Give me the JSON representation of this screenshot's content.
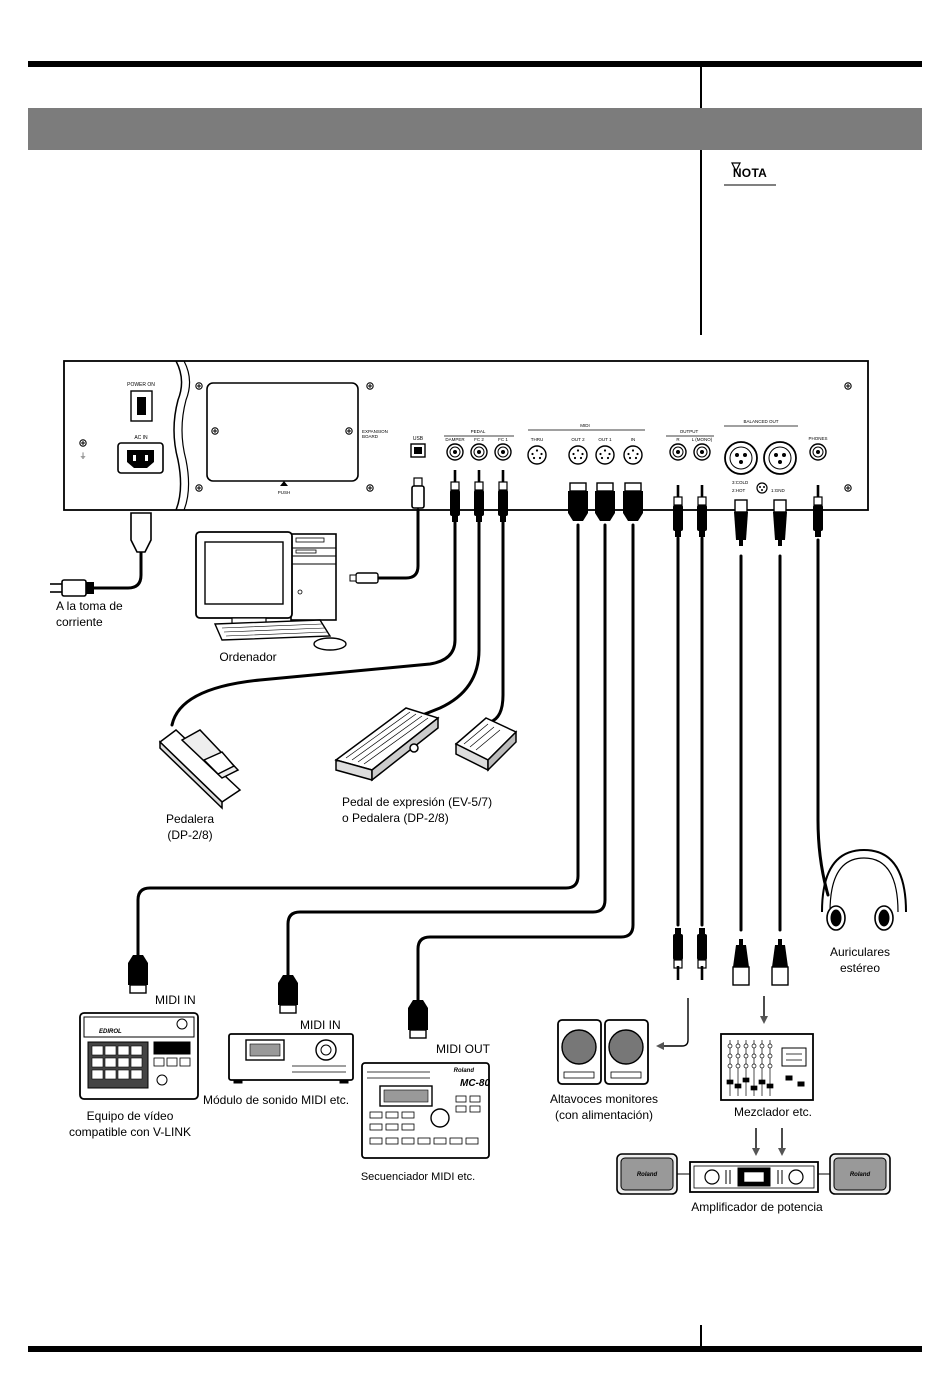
{
  "note_label": "NOTA",
  "panel": {
    "power_on": "POWER ON",
    "ac_in": "AC IN",
    "expansion_board_1": "EXPANSION",
    "expansion_board_2": "BOARD",
    "push": "PUSH",
    "usb": "USB",
    "pedal": "PEDAL",
    "damper": "DAMPER",
    "fc2": "FC 2",
    "fc1": "FC 1",
    "midi": "MIDI",
    "thru": "THRU",
    "out2": "OUT 2",
    "out1": "OUT 1",
    "in": "IN",
    "output": "OUTPUT",
    "r": "R",
    "l_mono": "L (MONO)",
    "balanced_out": "BALANCED OUT",
    "phones": "PHONES",
    "cold": "3:COLD",
    "hot": "2:HOT",
    "gnd": "1:GND"
  },
  "labels": {
    "outlet_1": "A la toma de",
    "outlet_2": "corriente",
    "computer": "Ordenador",
    "pedal_1": "Pedalera",
    "pedal_2": "(DP-2/8)",
    "expr_1": "Pedal de expresión (EV-5/7)",
    "expr_2": "o Pedalera (DP-2/8)",
    "headphones_1": "Auriculares",
    "headphones_2": "estéreo",
    "midi_in_1": "MIDI IN",
    "midi_in_2": "MIDI IN",
    "midi_out": "MIDI OUT",
    "vlink_1": "Equipo de vídeo",
    "vlink_2": "compatible con V-LINK",
    "sound_module": "Módulo de sonido MIDI etc.",
    "sequencer": "Secuenciador MIDI etc.",
    "monitors_1": "Altavoces monitores",
    "monitors_2": "(con alimentación)",
    "mixer": "Mezclador etc.",
    "amplifier": "Amplificador de potencia"
  },
  "logos": {
    "roland_1": "Roland",
    "roland_2": "Roland",
    "roland_seq": "Roland",
    "seq_model": "MC-80",
    "edirol": "EDIROL"
  }
}
